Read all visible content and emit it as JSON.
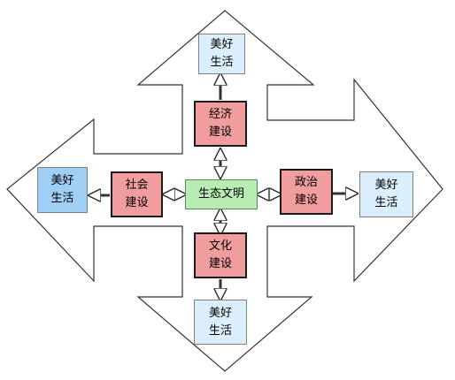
{
  "diagram": {
    "center": {
      "label": "生态文明"
    },
    "construction": {
      "economic": {
        "label": "经济\n建设"
      },
      "social": {
        "label": "社会\n建设"
      },
      "political": {
        "label": "政治\n建设"
      },
      "cultural": {
        "label": "文化\n建设"
      }
    },
    "outcomes": {
      "top": {
        "label": "美好\n生活"
      },
      "left": {
        "label": "美好\n生活"
      },
      "right": {
        "label": "美好\n生活"
      },
      "bottom": {
        "label": "美好\n生活"
      }
    },
    "colors": {
      "outline": "#333333",
      "outcome_fill": "#dbeefb",
      "outcome_fill_left": "#9fcff5",
      "construction_fill": "#f19c9d",
      "center_fill": "#b7ecb2"
    }
  }
}
